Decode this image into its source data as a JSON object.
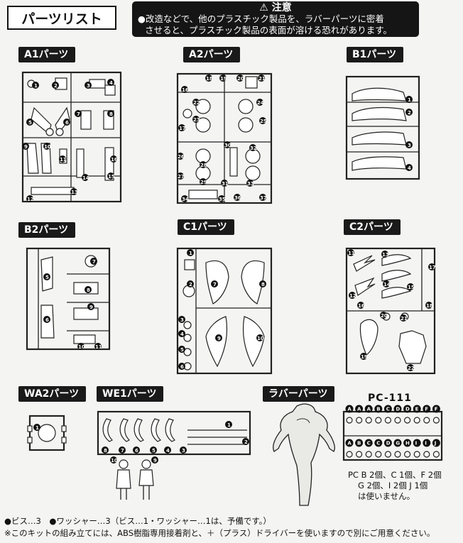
{
  "header": {
    "title": "パーツリスト",
    "caution_title": "注意",
    "caution_line1": "●改造などで、他のプラスチック製品を、ラバーパーツに密着",
    "caution_line2": "させると、プラスチック製品の表面が溶ける恐れがあります。"
  },
  "sections": {
    "a1": "A1パーツ",
    "a2": "A2パーツ",
    "b1": "B1パーツ",
    "b2": "B2パーツ",
    "c1": "C1パーツ",
    "c2": "C2パーツ",
    "wa2": "WA2パーツ",
    "we1": "WE1パーツ",
    "rubber": "ラバーパーツ"
  },
  "pc": {
    "title": "PC-111",
    "letters_top": [
      "A",
      "A",
      "A",
      "B",
      "C",
      "D",
      "D",
      "E",
      "F",
      "F"
    ],
    "letters_bottom": [
      "A",
      "B",
      "C",
      "C",
      "D",
      "G",
      "H",
      "I",
      "I",
      "J"
    ],
    "note_line1": "PC B 2個、C 1個、F 2個",
    "note_line2": "G 2個、I 2個 J 1個",
    "note_line3": "は使いません。"
  },
  "footer": {
    "line1": "●ビス…3　●ワッシャー…3（ビス…1・ワッシャー…1は、予備です。）",
    "line2": "※このキットの組み立てには、ABS樹脂専用接着剤と、＋（プラス）ドライバーを使いますので別にご用意ください。"
  }
}
